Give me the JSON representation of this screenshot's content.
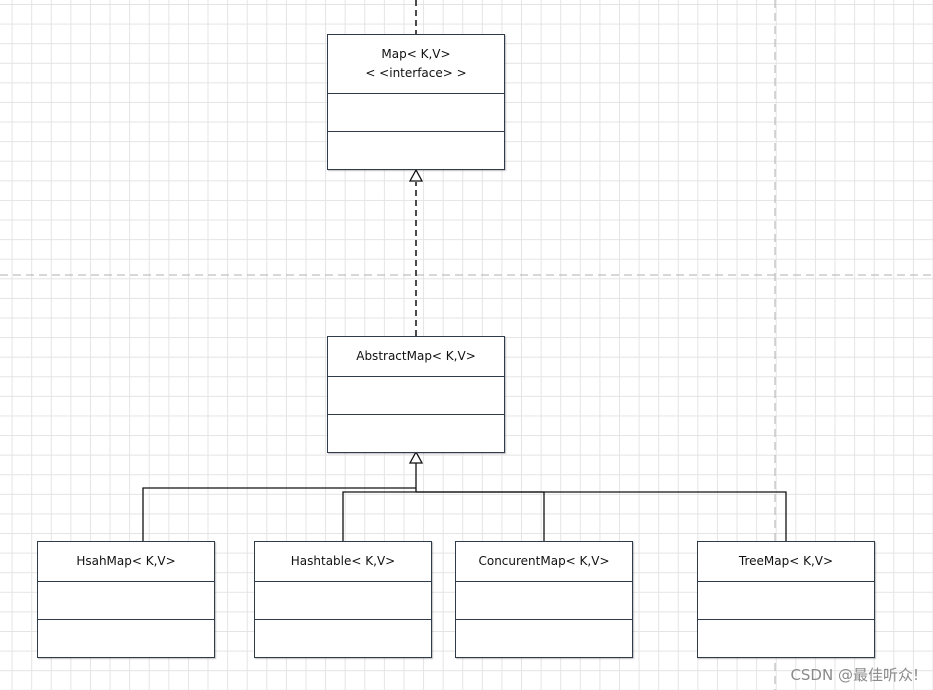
{
  "classes": [
    {
      "id": "map",
      "name": "Map< K,V>",
      "stereotype": "< <interface> >"
    },
    {
      "id": "abstract",
      "name": "AbstractMap< K,V>"
    },
    {
      "id": "hashmap",
      "name": "HsahMap< K,V>"
    },
    {
      "id": "hashtable",
      "name": "Hashtable< K,V>"
    },
    {
      "id": "concurrent",
      "name": "ConcurentMap< K,V>"
    },
    {
      "id": "treemap",
      "name": "TreeMap< K,V>"
    }
  ],
  "watermark": "CSDN @最佳听众!",
  "colors": {
    "border": "#2f3b4a",
    "grid": "#e4e4e4",
    "page_break": "#b0b0b0"
  }
}
